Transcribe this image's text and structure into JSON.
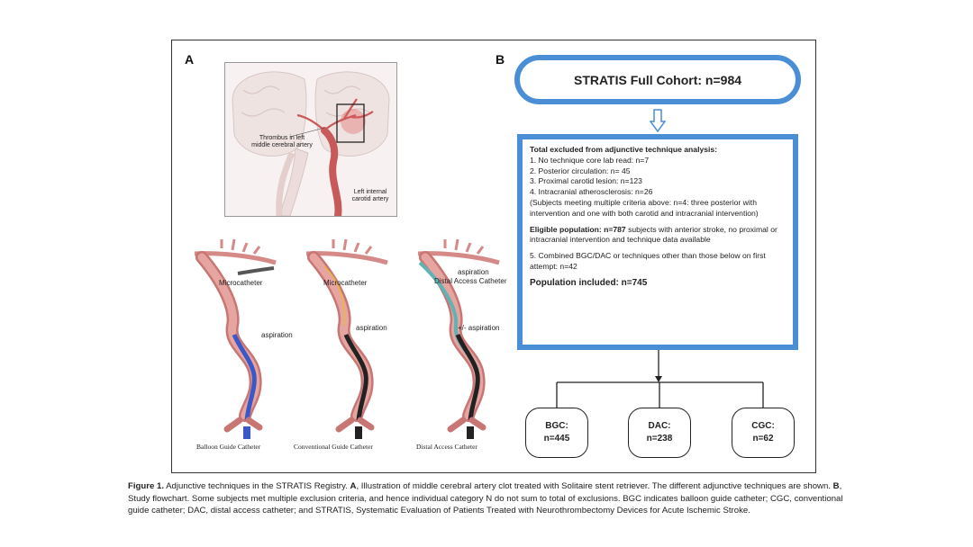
{
  "panel_a": {
    "letter": "A",
    "brain": {
      "thrombus_label": "Thrombus in left middle cerebral artery",
      "carotid_label": "Left internal carotid artery"
    },
    "catheters": [
      {
        "device_label": "Microcatheter",
        "aspiration_label": "aspiration",
        "name": "Balloon Guide Catheter",
        "accent": "#3a58c8"
      },
      {
        "device_label": "Microcatheter",
        "aspiration_label": "aspiration",
        "name": "Conventional Guide Catheter",
        "accent": "#222222"
      },
      {
        "device_label": "Distal Access Catheter",
        "extra_label": "aspiration",
        "aspiration_label": "+/- aspiration",
        "name": "Distal Access Catheter",
        "accent": "#5fb3b3"
      }
    ]
  },
  "panel_b": {
    "letter": "B",
    "cohort": "STRATIS Full Cohort: n=984",
    "exclusions": {
      "title": "Total excluded from adjunctive technique analysis:",
      "items": [
        "1. No technique core lab read: n=7",
        "2. Posterior circulation: n= 45",
        "3. Proximal carotid lesion: n=123",
        "4. Intracranial atherosclerosis: n=26"
      ],
      "note": "(Subjects meeting multiple criteria above: n=4: three posterior with intervention and one with both carotid and intracranial intervention)",
      "eligible_bold": "Eligible population: n=787",
      "eligible_rest": " subjects with anterior stroke, no proximal or intracranial intervention and technique data available",
      "combined": "5. Combined BGC/DAC or techniques other than those below on first attempt: n=42",
      "included": "Population included: n=745"
    },
    "groups": [
      {
        "name": "BGC:",
        "n": "n=445"
      },
      {
        "name": "DAC:",
        "n": "n=238"
      },
      {
        "name": "CGC:",
        "n": "n=62"
      }
    ],
    "accent_color": "#4a8fd6"
  },
  "caption": {
    "label": "Figure 1.",
    "text_1": " Adjunctive techniques in the STRATIS Registry. ",
    "a": "A",
    "text_2": ", Illustration of middle cerebral artery clot treated with Solitaire stent retriever. The different adjunctive techniques are shown. ",
    "b": "B",
    "text_3": ", Study flowchart. Some subjects met multiple exclusion criteria, and hence individual category N do not sum to total of exclusions. BGC indicates balloon guide catheter; CGC, conventional guide catheter; DAC, distal access catheter; and STRATIS, Systematic Evaluation of Patients Treated with Neurothrombectomy Devices for Acute Ischemic Stroke."
  }
}
